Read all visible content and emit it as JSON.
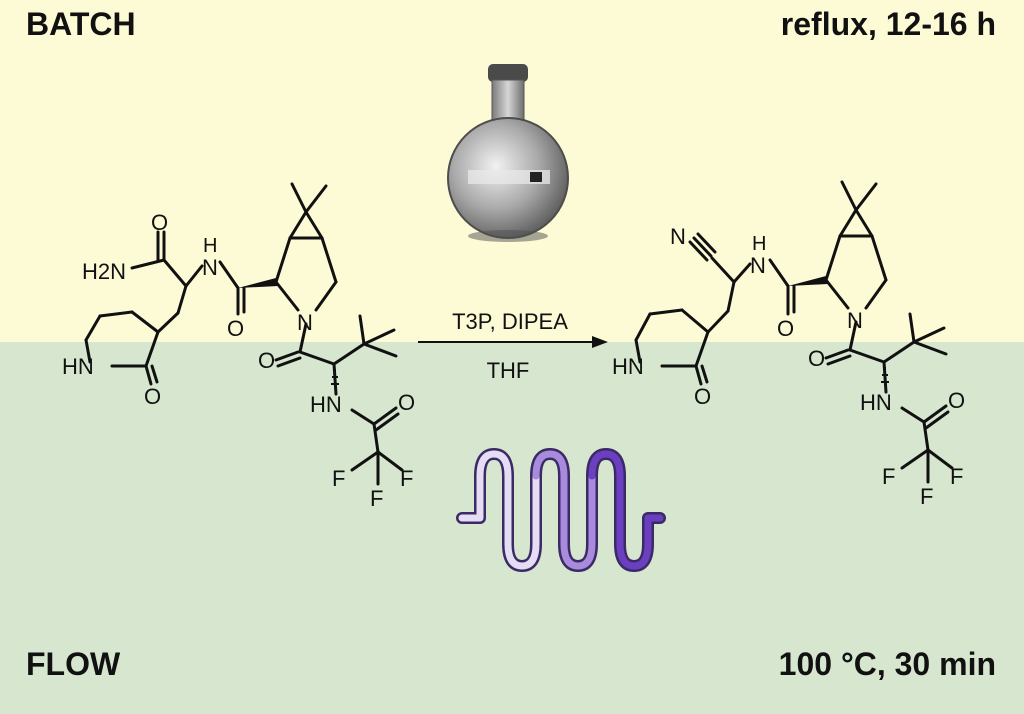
{
  "panels": {
    "batch": {
      "label": "BATCH",
      "conditions": "reflux, 12-16 h"
    },
    "flow": {
      "label": "FLOW",
      "conditions": "100 °C, 30 min"
    }
  },
  "reaction": {
    "reagents": "T3P, DIPEA",
    "solvent": "THF"
  },
  "atoms": {
    "amide_nh2": "H2N",
    "o": "O",
    "n": "N",
    "h": "H",
    "nh": "NH",
    "hn": "HN",
    "f": "F",
    "nitrile_n": "N"
  },
  "colors": {
    "batch_background": "#fdfbd6",
    "flow_background": "#d6e6cf",
    "coil_light": "#d9d0ee",
    "coil_dark": "#6a3fc0"
  }
}
